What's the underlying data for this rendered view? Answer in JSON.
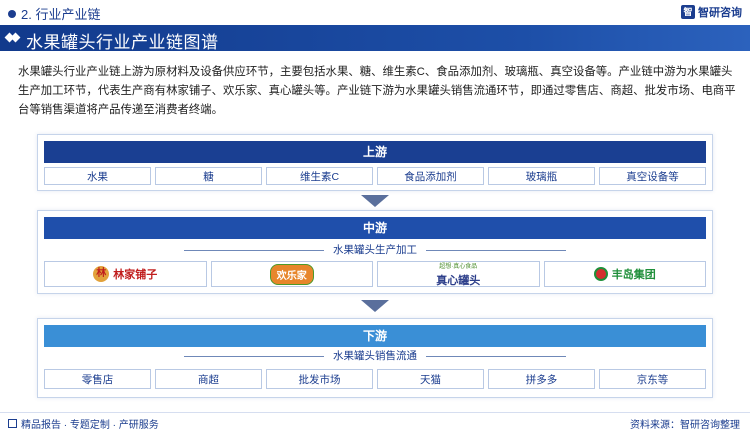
{
  "header": {
    "section_label": "2. 行业产业链",
    "brand": "智研咨询",
    "brand_logo_text": "智"
  },
  "banner": {
    "title": "水果罐头行业产业链图谱"
  },
  "intro": {
    "text": "水果罐头行业产业链上游为原材料及设备供应环节，主要包括水果、糖、维生素C、食品添加剂、玻璃瓶、真空设备等。产业链中游为水果罐头生产加工环节，代表生产商有林家铺子、欢乐家、真心罐头等。产业链下游为水果罐头销售流通环节，即通过零售店、商超、批发市场、电商平台等销售渠道将产品传递至消费者终端。"
  },
  "upstream": {
    "heading": "上游",
    "items": [
      "水果",
      "糖",
      "维生素C",
      "食品添加剂",
      "玻璃瓶",
      "真空设备等"
    ]
  },
  "midstream": {
    "heading": "中游",
    "subheading": "水果罐头生产加工",
    "logos": {
      "linjia": {
        "mark": "林",
        "text": "林家铺子"
      },
      "huanlejia": {
        "text": "欢乐家"
      },
      "zhenxin": {
        "small": "超想·真心食品",
        "text": "真心罐头"
      },
      "fengdao": {
        "text": "丰岛集团"
      }
    }
  },
  "downstream": {
    "heading": "下游",
    "subheading": "水果罐头销售流通",
    "items": [
      "零售店",
      "商超",
      "批发市场",
      "天猫",
      "拼多多",
      "京东等"
    ]
  },
  "footer": {
    "left": "精品报告 · 专题定制 · 产研服务",
    "right": "资料来源：智研咨询整理"
  },
  "colors": {
    "primary": "#1b3d8f",
    "upstream_head": "#1a3f92",
    "midstream_head": "#1f4fab",
    "downstream_head": "#3a8fd6"
  }
}
